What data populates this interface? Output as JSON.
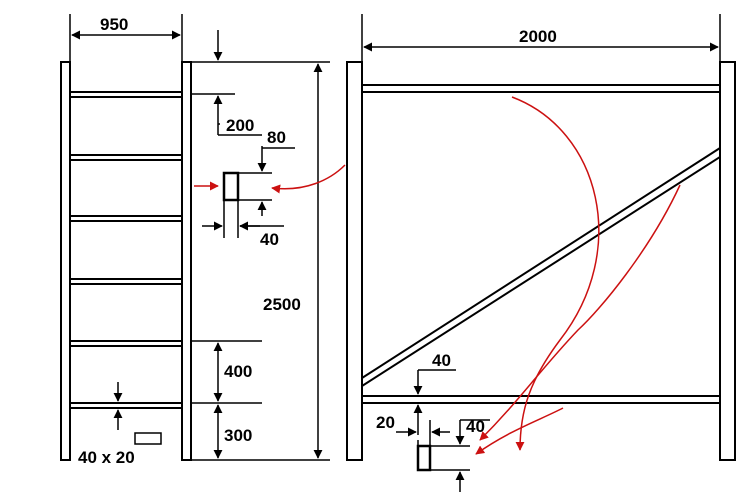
{
  "colors": {
    "line": "#000000",
    "arrow_red": "#cc1111",
    "background": "#ffffff"
  },
  "ladder": {
    "width_label": "950",
    "height_label": "2500",
    "top_offset_label": "200",
    "step_spacing_label": "400",
    "bottom_offset_label": "300",
    "rung_thickness_label": "40 x 20",
    "rung_count": 6
  },
  "profile_detail_1": {
    "height_label": "80",
    "width_label": "40"
  },
  "frame": {
    "width_label": "2000",
    "diagonal_thickness_label": "40"
  },
  "profile_detail_2": {
    "width_label": "20",
    "height_label": "40"
  }
}
